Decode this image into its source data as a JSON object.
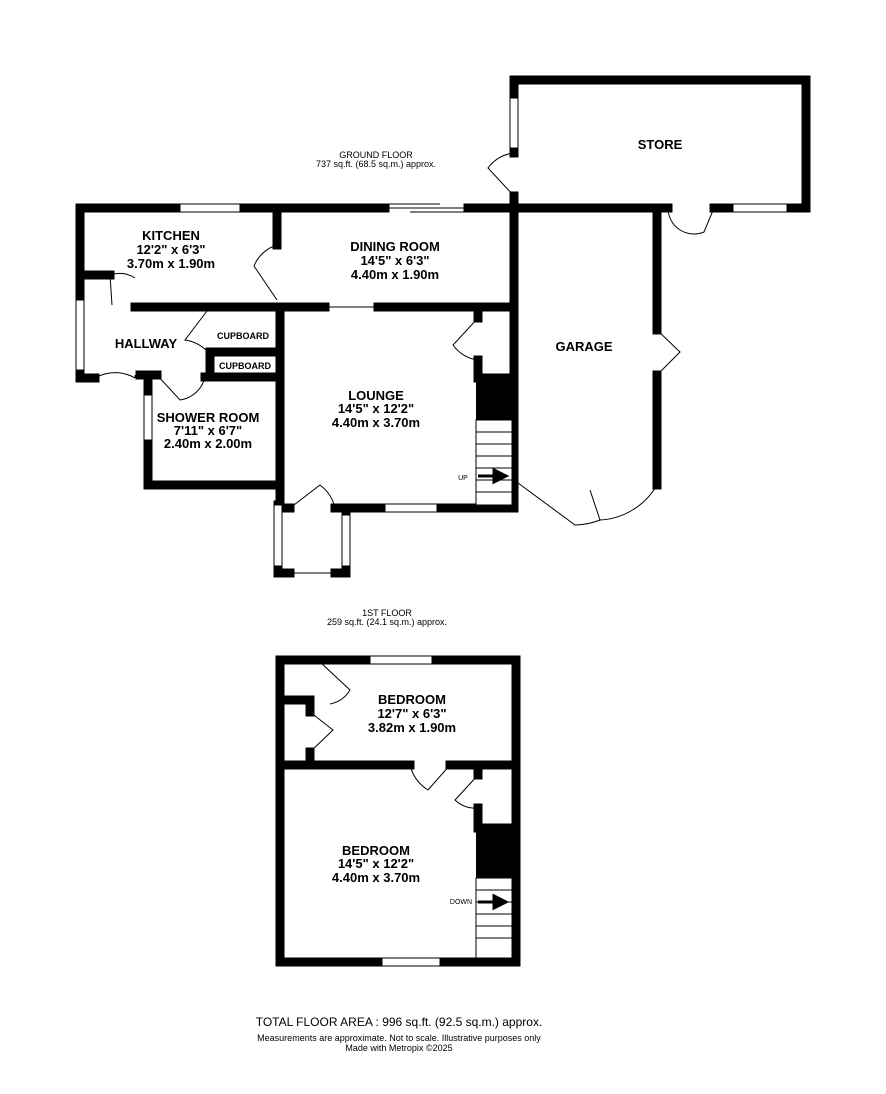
{
  "ground_floor": {
    "title": "GROUND FLOOR",
    "area": "737 sq.ft. (68.5 sq.m.) approx.",
    "rooms": {
      "kitchen": {
        "name": "KITCHEN",
        "imperial": "12'2\"  x 6'3\"",
        "metric": "3.70m  x 1.90m"
      },
      "dining": {
        "name": "DINING ROOM",
        "imperial": "14'5\"  x 6'3\"",
        "metric": "4.40m  x 1.90m"
      },
      "store": {
        "name": "STORE"
      },
      "hallway": {
        "name": "HALLWAY"
      },
      "cupboard1": {
        "name": "CUPBOARD"
      },
      "cupboard2": {
        "name": "CUPBOARD"
      },
      "garage": {
        "name": "GARAGE"
      },
      "lounge": {
        "name": "LOUNGE",
        "imperial": "14'5\"  x 12'2\"",
        "metric": "4.40m  x 3.70m"
      },
      "shower": {
        "name": "SHOWER ROOM",
        "imperial": "7'11\"  x 6'7\"",
        "metric": "2.40m  x 2.00m"
      }
    },
    "stairs_label": "UP"
  },
  "first_floor": {
    "title": "1ST FLOOR",
    "area": "259 sq.ft. (24.1 sq.m.) approx.",
    "rooms": {
      "bedroom1": {
        "name": "BEDROOM",
        "imperial": "12'7\"  x 6'3\"",
        "metric": "3.82m  x 1.90m"
      },
      "bedroom2": {
        "name": "BEDROOM",
        "imperial": "14'5\"  x 12'2\"",
        "metric": "4.40m  x 3.70m"
      }
    },
    "stairs_label": "DOWN"
  },
  "footer": {
    "total": "TOTAL FLOOR AREA : 996 sq.ft. (92.5 sq.m.) approx.",
    "disclaimer": "Measurements are approximate.  Not to scale.  Illustrative purposes only",
    "credit": "Made with Metropix ©2025"
  }
}
